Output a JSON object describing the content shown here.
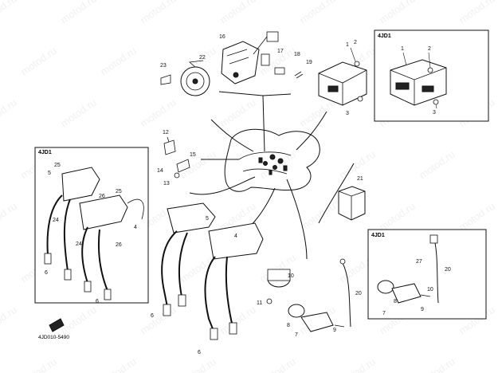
{
  "diagram": {
    "drawing_code": "4JD010-5490",
    "insets": [
      {
        "id": "inset-top-right",
        "title": "4JD1"
      },
      {
        "id": "inset-left",
        "title": "4JD1"
      },
      {
        "id": "inset-bottom-right",
        "title": "4JD1"
      }
    ],
    "watermark_text": "motod.ru",
    "callouts": {
      "c1": "1",
      "c2": "2",
      "c3": "3",
      "c1b": "1",
      "c2b": "2",
      "c3b": "3",
      "c4": "4",
      "c4b": "4",
      "c5": "5",
      "c5b": "5",
      "c6": "6",
      "c6b": "6",
      "c6c": "6",
      "c6d": "6",
      "c7": "7",
      "c7b": "7",
      "c8": "8",
      "c8b": "8",
      "c9": "9",
      "c9b": "9",
      "c10": "10",
      "c10b": "10",
      "c11": "11",
      "c12": "12",
      "c13": "13",
      "c14": "14",
      "c15": "15",
      "c16": "16",
      "c17": "17",
      "c18": "18",
      "c19": "19",
      "c20": "20",
      "c20b": "20",
      "c21": "21",
      "c22": "22",
      "c23": "23",
      "c24": "24",
      "c24b": "24",
      "c25": "25",
      "c25b": "25",
      "c26": "26",
      "c26b": "26",
      "c27": "27"
    }
  }
}
